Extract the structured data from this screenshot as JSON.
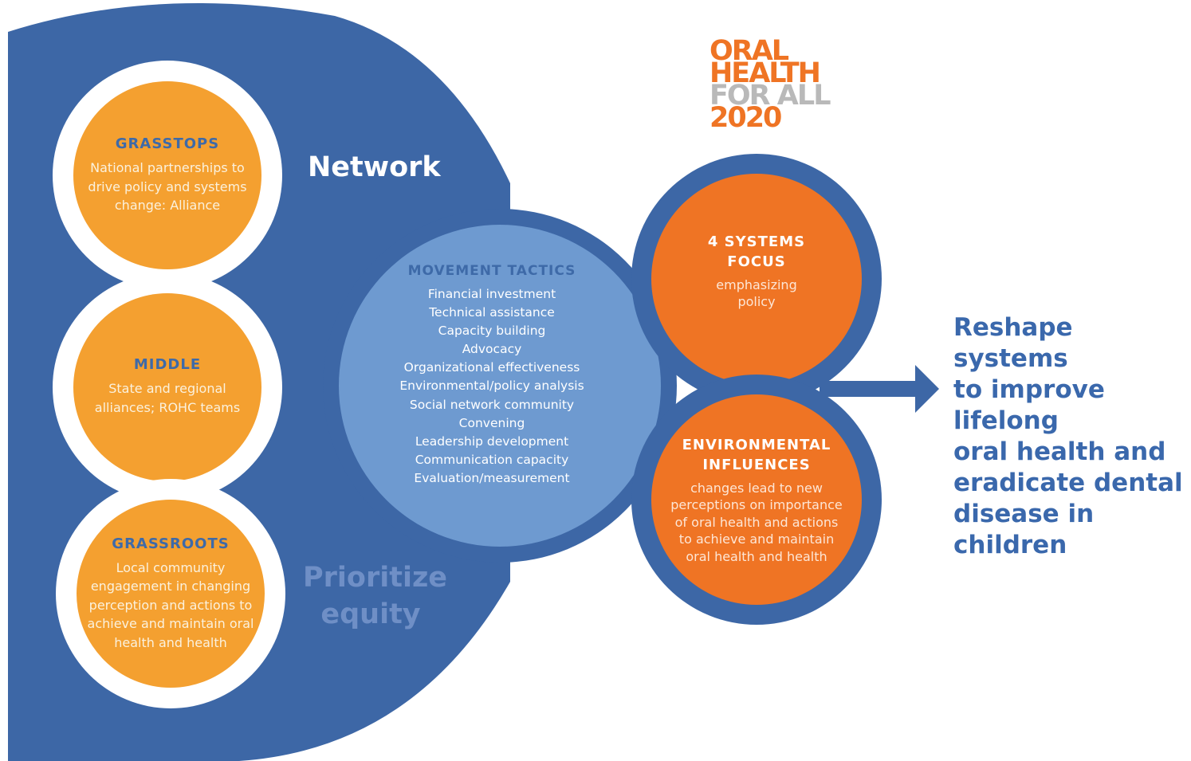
{
  "colors": {
    "dark_blue": "#3d67a6",
    "light_blue": "#6e9ad0",
    "orange_yellow": "#f4a030",
    "orange": "#ef7424",
    "white": "#ffffff",
    "logo_orange": "#ef7424",
    "logo_gray": "#b9b9b9",
    "outcome_blue": "#3a68ac"
  },
  "logo": {
    "line1": "ORAL",
    "line2": "HEALTH",
    "line3": "FOR ALL",
    "line4": "2020"
  },
  "network_label": "Network",
  "equity_label": "Prioritize\nequity",
  "left_circles": [
    {
      "title": "GRASSTOPS",
      "body": "National partnerships to\ndrive policy and systems\nchange: Alliance"
    },
    {
      "title": "MIDDLE",
      "body": "State and regional\nalliances; ROHC teams"
    },
    {
      "title": "GRASSROOTS",
      "body": "Local community\nengagement in changing\nperception and actions to\nachieve and maintain oral\nhealth and health"
    }
  ],
  "movement_tactics": {
    "title": "MOVEMENT TACTICS",
    "items": [
      "Financial investment",
      "Technical assistance",
      "Capacity building",
      "Advocacy",
      "Organizational effectiveness",
      "Environmental/policy analysis",
      "Social network community",
      "Convening",
      "Leadership development",
      "Communication capacity",
      "Evaluation/measurement"
    ]
  },
  "systems_focus": {
    "title": "4 SYSTEMS\nFOCUS",
    "body": "emphasizing\npolicy"
  },
  "environmental": {
    "title": "ENVIRONMENTAL\nINFLUENCES",
    "body": "changes lead to new\nperceptions on importance\nof oral health and actions\nto achieve and maintain\noral health and health"
  },
  "outcome": "Reshape systems\nto improve lifelong\noral health and\neradicate dental\ndisease in children"
}
